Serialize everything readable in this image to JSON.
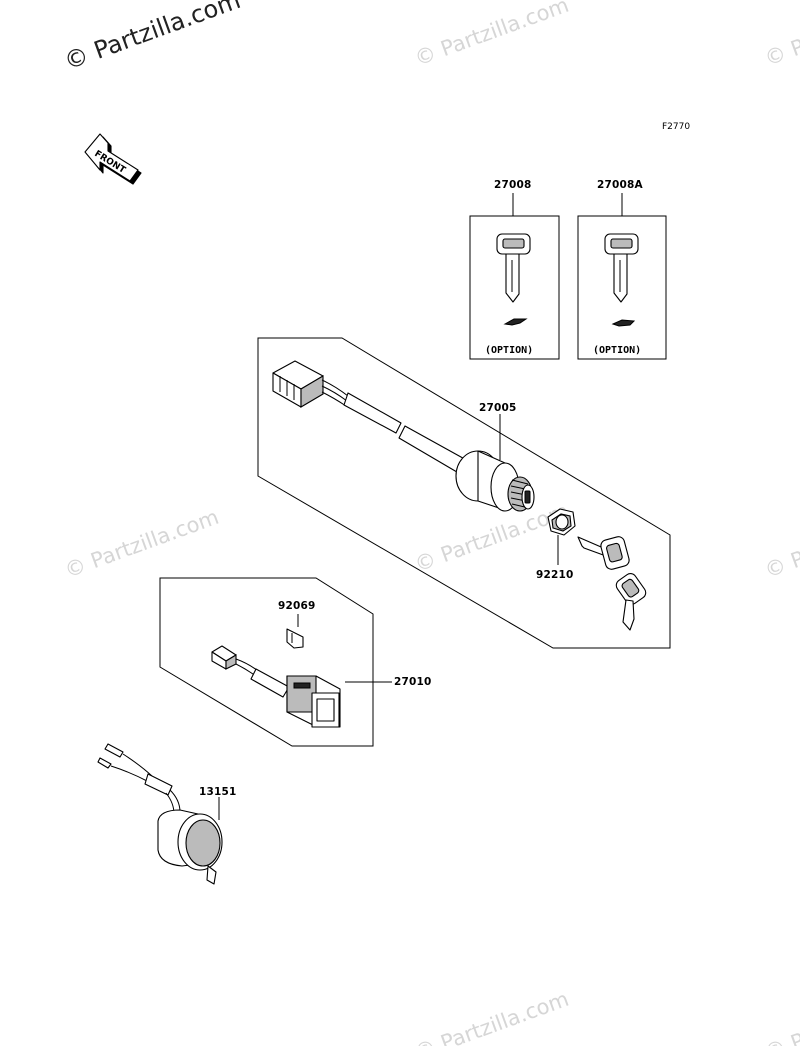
{
  "diagram_code": "F2770",
  "front_arrow": {
    "label": "FRONT",
    "icon": "front-arrow-icon"
  },
  "watermarks": [
    "© Partzilla.com",
    "© Partzilla.com",
    "© Partzilla.com",
    "© Partzilla.com",
    "© Partzilla.com",
    "© Partzilla.com",
    "© Partzilla.com",
    "© Partzilla.com"
  ],
  "parts": {
    "key_standard": {
      "number": "27008",
      "note": "(OPTION)"
    },
    "key_alternate": {
      "number": "27008A",
      "note": "(OPTION)"
    },
    "ignition_switch": {
      "number": "27005"
    },
    "nut": {
      "number": "92210"
    },
    "bulb": {
      "number": "92069"
    },
    "push_switch": {
      "number": "27010"
    },
    "socket": {
      "number": "13151"
    }
  }
}
